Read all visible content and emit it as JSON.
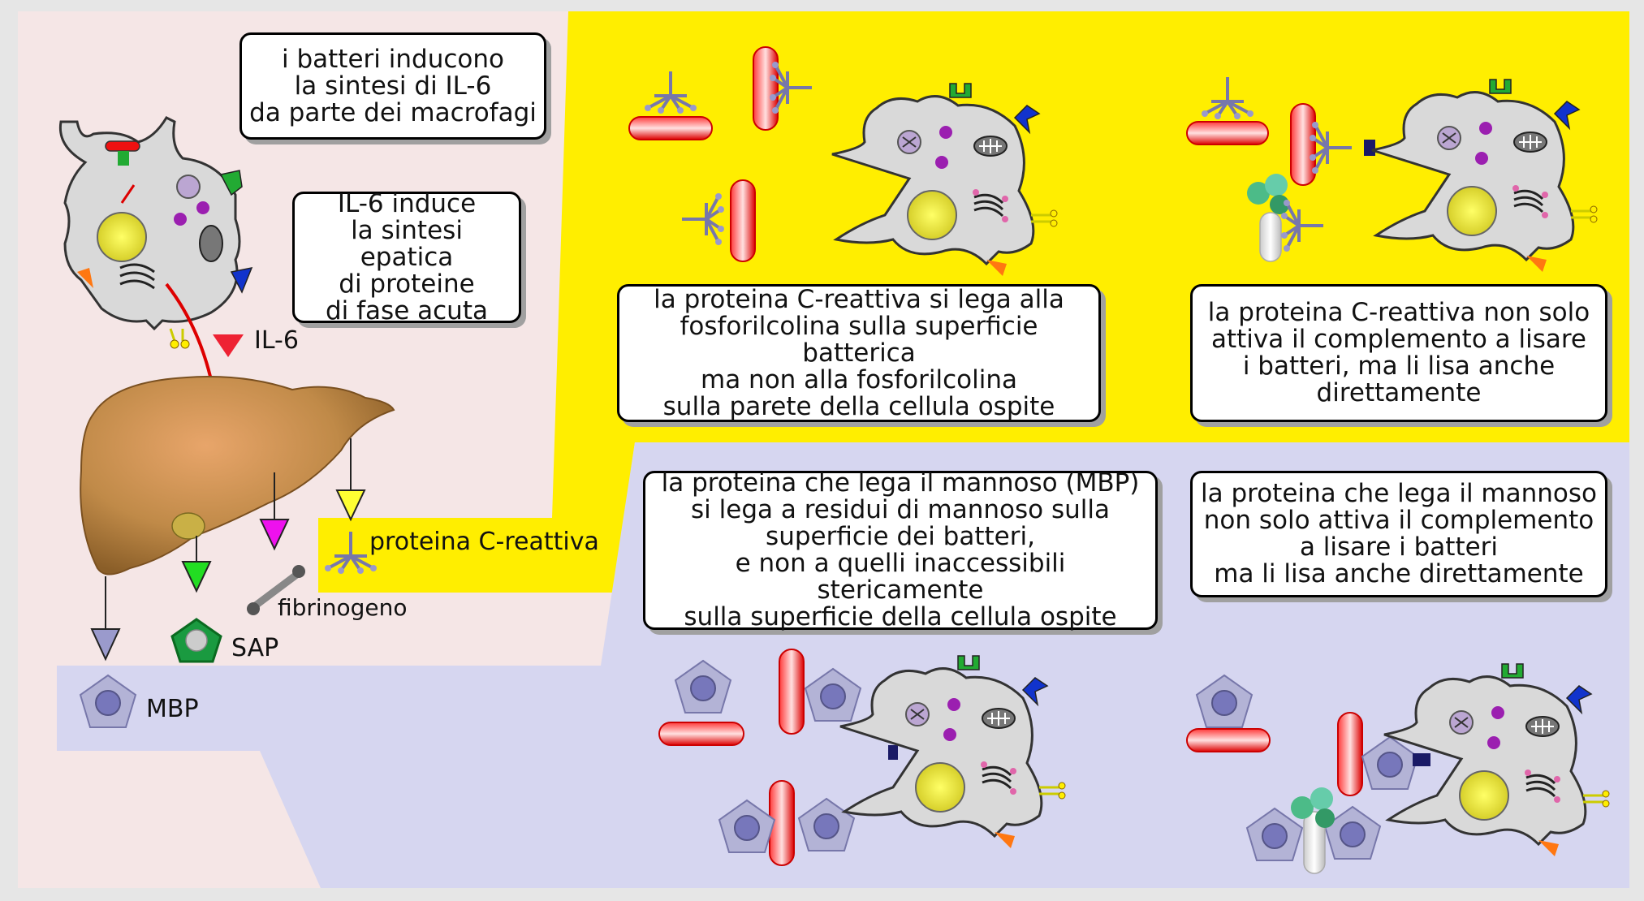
{
  "captions": {
    "bacteria_il6": "i batteri inducono\nla sintesi di IL-6\nda parte dei macrofagi",
    "il6_liver": "IL-6 induce\nla sintesi epatica\ndi proteine\ndi fase acuta",
    "crp_binds": "la proteina C-reattiva si lega alla\nfosforilcolina sulla superficie batterica\nma non alla fosforilcolina\nsulla parete della cellula ospite",
    "crp_lyses": "la proteina C-reattiva non solo\nattiva il complemento a lisare\ni batteri, ma li lisa anche\ndirettamente",
    "mbp_binds": "la proteina che lega il mannoso (MBP)\nsi lega a residui di mannoso sulla\nsuperficie dei batteri,\ne non a quelli inaccessibili stericamente\nsulla superficie della cellula ospite",
    "mbp_lyses": "la proteina che lega il mannoso\nnon solo attiva il complemento\na lisare i batteri\nma li lisa anche direttamente"
  },
  "labels": {
    "il6": "IL-6",
    "crp": "proteina C-reattiva",
    "fibrinogen": "fibrinogeno",
    "sap": "SAP",
    "mbp": "MBP"
  },
  "colors": {
    "left_panel": "#f5e6e6",
    "crp_panel": "#ffee00",
    "mbp_panel": "#d6d6f0",
    "bacterium": "#ee1111",
    "cell": "#d9d9d9",
    "mbp_pentamer": "#b3b3d6",
    "liver": "#c8904a"
  }
}
